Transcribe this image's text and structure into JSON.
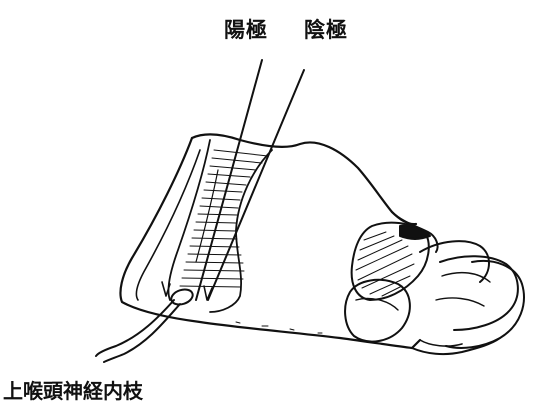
{
  "labels": {
    "anode": "陽極",
    "cathode": "陰極",
    "nerve": "上喉頭神経内枝"
  },
  "colors": {
    "ink": "#111111",
    "background": "#ffffff"
  }
}
